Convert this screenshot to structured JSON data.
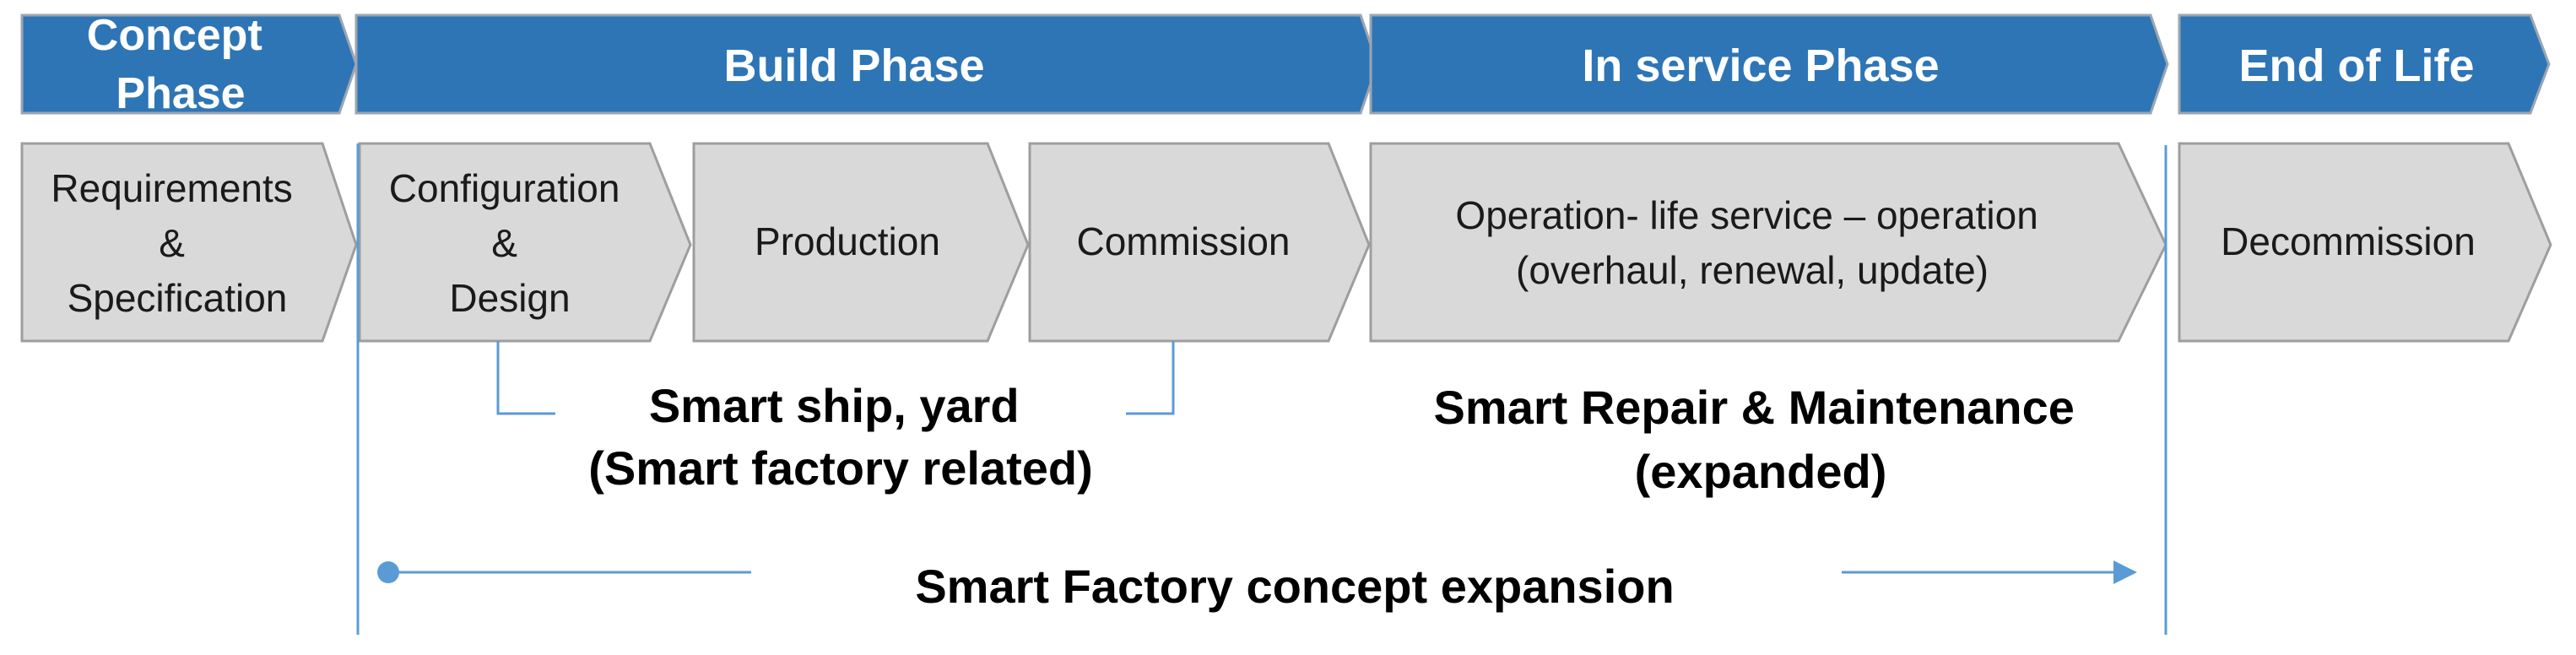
{
  "colors": {
    "phase_fill": "#2e75b6",
    "phase_stroke": "#9aa6b2",
    "step_fill": "#d9d9d9",
    "step_stroke": "#9e9e9e",
    "connector": "#5b9bd5"
  },
  "phases": [
    {
      "lines": [
        "Concept",
        "Phase"
      ]
    },
    {
      "lines": [
        "Build Phase"
      ]
    },
    {
      "lines": [
        "In service Phase"
      ]
    },
    {
      "lines": [
        "End of Life"
      ]
    }
  ],
  "steps": [
    {
      "lines": [
        "Requirements",
        "&",
        "Specification"
      ]
    },
    {
      "lines": [
        "Configuration",
        "&",
        "Design"
      ]
    },
    {
      "lines": [
        "Production"
      ]
    },
    {
      "lines": [
        "Commission"
      ]
    },
    {
      "lines": [
        "Operation- life service – operation",
        "(overhaul, renewal, update)"
      ]
    },
    {
      "lines": [
        "Decommission"
      ]
    }
  ],
  "notes": {
    "smart_ship": {
      "lines": [
        "Smart ship, yard",
        "(Smart factory related)"
      ]
    },
    "smart_repair": {
      "lines": [
        "Smart Repair & Maintenance",
        "(expanded)"
      ]
    },
    "expansion": {
      "lines": [
        "Smart Factory concept expansion"
      ]
    }
  }
}
